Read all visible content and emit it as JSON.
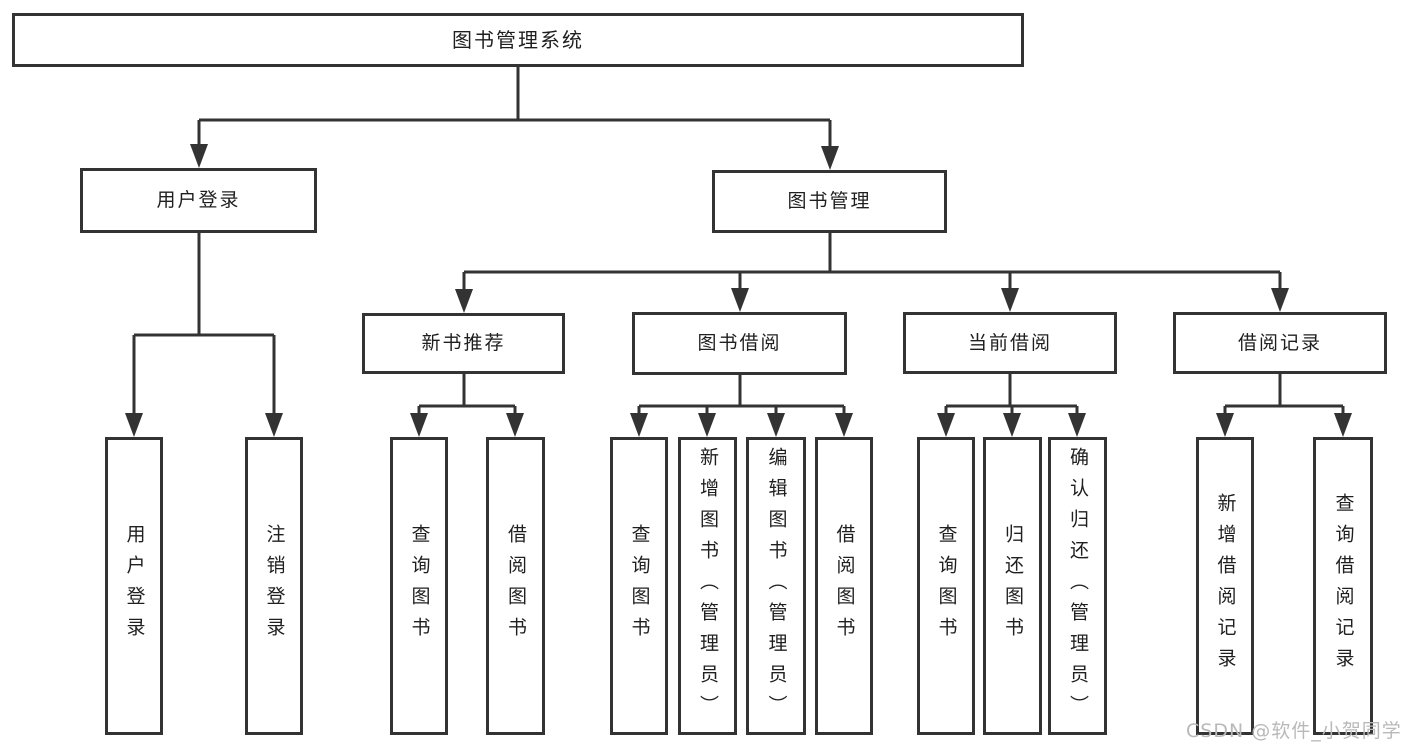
{
  "diagram": {
    "title": "图书管理系统",
    "user_login": {
      "label": "用户登录",
      "children": [
        "用户登录",
        "注销登录"
      ]
    },
    "book_mgmt": {
      "label": "图书管理",
      "new_book": {
        "label": "新书推荐",
        "children": [
          "查询图书",
          "借阅图书"
        ]
      },
      "borrow": {
        "label": "图书借阅",
        "children": [
          "查询图书",
          "新增图书（管理员）",
          "编辑图书（管理员）",
          "借阅图书"
        ]
      },
      "current": {
        "label": "当前借阅",
        "children": [
          "查询图书",
          "归还图书",
          "确认归还（管理员）"
        ]
      },
      "records": {
        "label": "借阅记录",
        "children": [
          "新增借阅记录",
          "查询借阅记录"
        ]
      }
    }
  },
  "watermark": "CSDN @软件_小贺同学",
  "colors": {
    "line": "#333333",
    "box_border": "#333333",
    "text": "#1f1f1f",
    "background": "#ffffff",
    "watermark": "#b9b9b9"
  }
}
